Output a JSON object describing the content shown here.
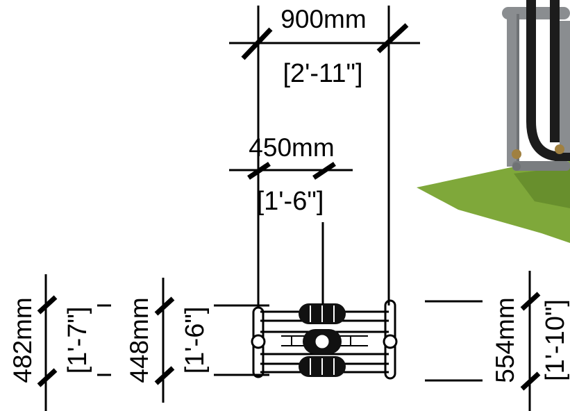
{
  "dimensions": {
    "overall_width": {
      "metric": "900mm",
      "imperial": "[2'-11\"]"
    },
    "inner_width": {
      "metric": "450mm",
      "imperial": "[1'-6\"]"
    },
    "left_depth": {
      "metric": "482mm",
      "imperial": "[1'-7\"]"
    },
    "middle_depth": {
      "metric": "448mm",
      "imperial": "[1'-6\"]"
    },
    "right_depth": {
      "metric": "554mm",
      "imperial": "[1'-10\"]"
    }
  },
  "colors": {
    "line": "#000000",
    "frame_metal": "#8a8d90",
    "frame_dark": "#1c1c1c",
    "grass": "#7fa83a",
    "grass_dark": "#5e8428"
  }
}
